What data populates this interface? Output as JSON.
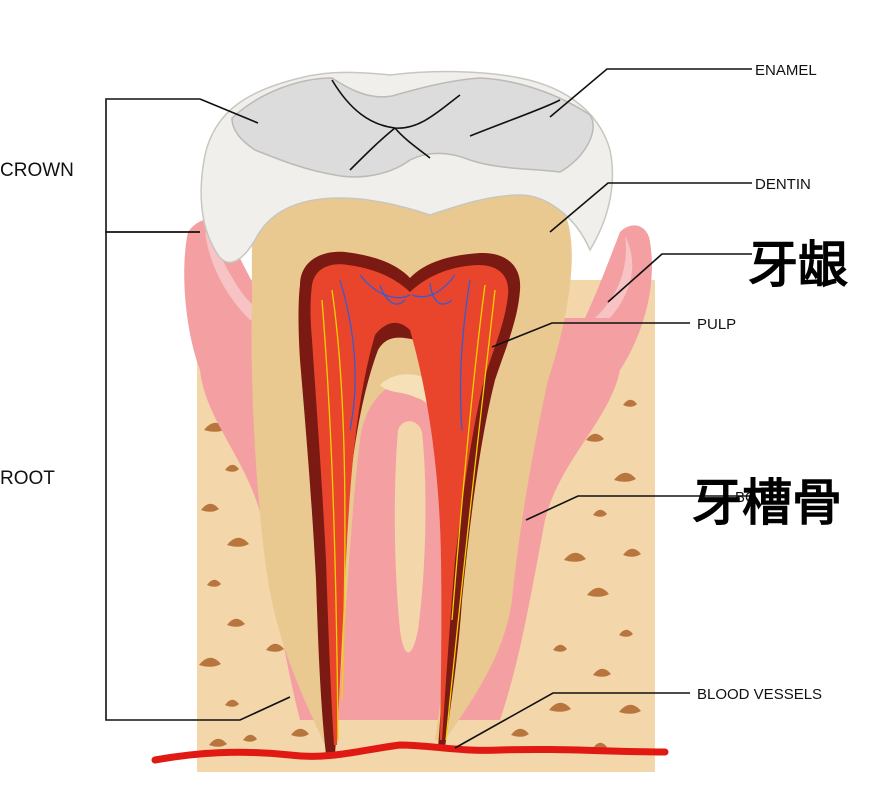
{
  "labels": {
    "crown": "CROWN",
    "root": "ROOT",
    "enamel": "ENAMEL",
    "dentin": "DENTIN",
    "pulp": "PULP",
    "blood_vessels": "BLOOD VESSELS",
    "gum_cn": "牙龈",
    "alveolar_bone_cn": "牙槽骨",
    "bone_partial": "BO"
  },
  "colors": {
    "bone": "#f3d6a9",
    "bone_spot": "#b8763e",
    "gum": "#f4a0a3",
    "gum_light": "#f7c3c5",
    "dentin": "#e9c98f",
    "dentin_light": "#f5e0b8",
    "enamel": "#f1efeb",
    "enamel_top": "#dcdcdc",
    "pulp_dark": "#7a1a12",
    "pulp_red": "#e8452c",
    "nerve_yellow": "#f2d000",
    "vein_blue": "#3a5bd0",
    "blood": "#e01a12"
  }
}
